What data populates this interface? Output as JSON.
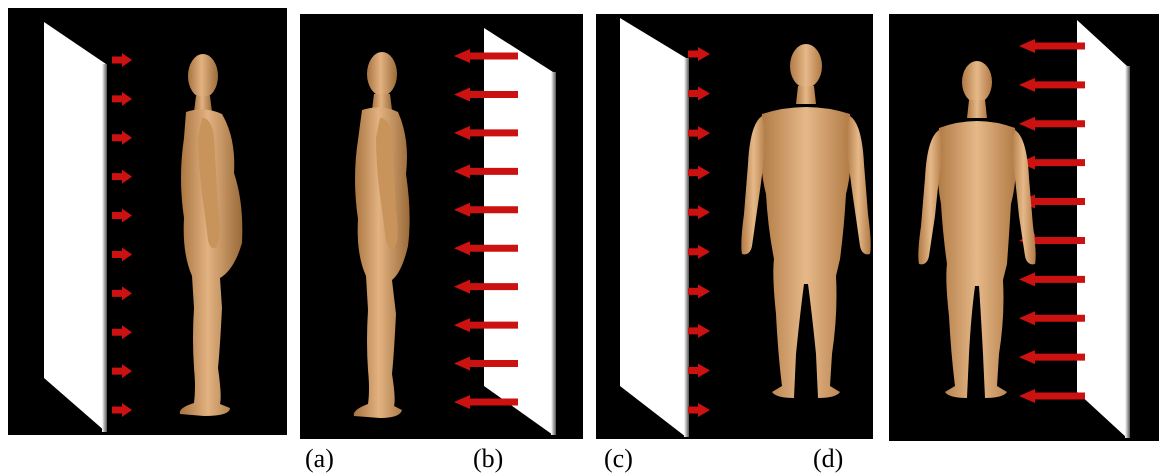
{
  "captions": {
    "a": "(a)",
    "b": "(b)",
    "c": "(c)",
    "d": "(d)"
  },
  "colors": {
    "background": "#000000",
    "plate": "#ffffff",
    "arrow": "#cc1111",
    "skin": "#d8a672"
  },
  "panels": [
    {
      "id": "a",
      "view": "side",
      "plate_side": "left",
      "arrow_direction": "right",
      "arrow_count": 10
    },
    {
      "id": "b",
      "view": "side",
      "plate_side": "right",
      "arrow_direction": "left",
      "arrow_count": 10
    },
    {
      "id": "c",
      "view": "front",
      "plate_side": "left",
      "arrow_direction": "right",
      "arrow_count": 10
    },
    {
      "id": "d",
      "view": "front",
      "plate_side": "right",
      "arrow_direction": "left",
      "arrow_count": 10
    }
  ]
}
